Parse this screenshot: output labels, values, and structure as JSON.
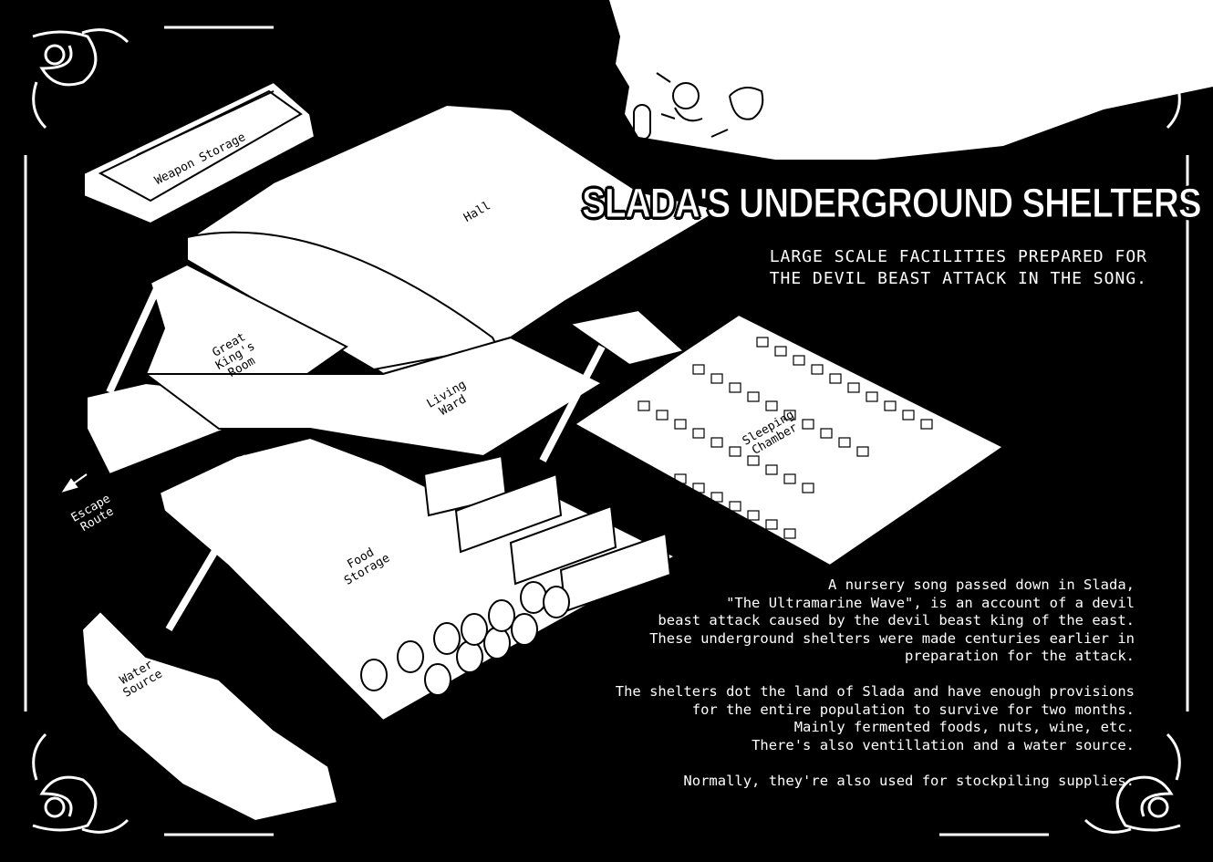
{
  "title": "SLADA'S UNDERGROUND SHELTERS",
  "subtitle": "LARGE SCALE FACILITIES PREPARED FOR\nTHE DEVIL BEAST ATTACK IN THE SONG.",
  "description": "A nursery song passed down in Slada,\n\"The Ultramarine Wave\", is an account of a devil\nbeast attack caused by the devil beast king of the east.\nThese underground shelters were made centuries earlier in\npreparation for the attack.\n\nThe shelters dot the land of Slada and have enough provisions\nfor the entire population to survive for two months.\nMainly fermented foods, nuts, wine, etc.\nThere's also ventillation and a water source.\n\nNormally, they're also used for stockpiling supplies.",
  "rooms": {
    "weapon_storage": "Weapon Storage",
    "hall": "Hall",
    "great_kings_room": "Great\nKing's\nRoom",
    "living_ward": "Living\nWard",
    "sleeping_chamber": "Sleeping\nChamber",
    "food_storage": "Food\nStorage",
    "water_source": "Water\nSource",
    "escape_route": "Escape\nRoute"
  },
  "colors": {
    "background": "#000000",
    "ink": "#ffffff",
    "line": "#000000"
  }
}
